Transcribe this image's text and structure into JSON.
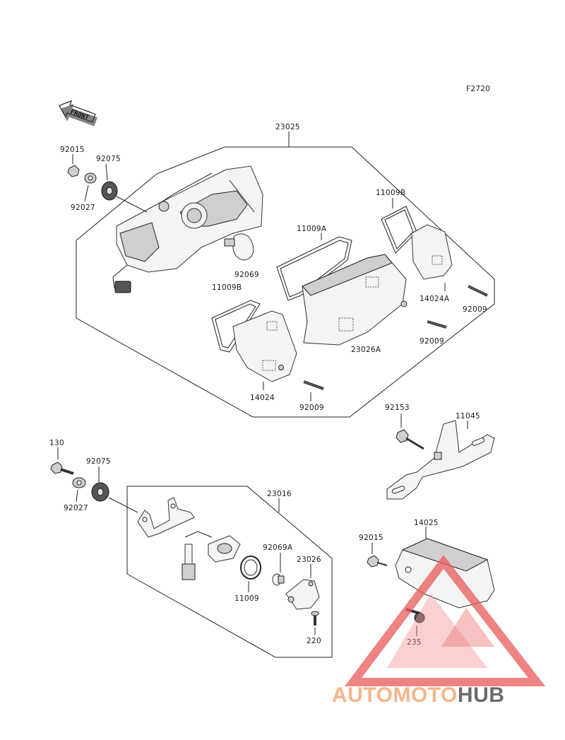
{
  "figure_code": "F2720",
  "front_label": "FRONT",
  "labels": {
    "p23025": "23025",
    "p92015_top": "92015",
    "p92075_top": "92075",
    "p92027_top": "92027",
    "p92069": "92069",
    "p11009B_left": "11009B",
    "p11009A": "11009A",
    "p11009B_right": "11009B",
    "p14024A": "14024A",
    "p92009_right": "92009",
    "p92009_mid": "92009",
    "p23026A": "23026A",
    "p14024": "14024",
    "p92009_bottom": "92009",
    "p92153": "92153",
    "p11045": "11045",
    "p130": "130",
    "p92075_bottom": "92075",
    "p92027_bottom": "92027",
    "p23016": "23016",
    "p92069A": "92069A",
    "p23026": "23026",
    "p11009": "11009",
    "p220": "220",
    "p92015_bottom": "92015",
    "p14025": "14025",
    "p235": "235"
  },
  "watermark": {
    "part1": "AUTOMOTO",
    "part2": "HUB",
    "color_orange": "#f6b58a",
    "color_red": "#e85a5a",
    "color_gray": "#6b6b6b"
  }
}
